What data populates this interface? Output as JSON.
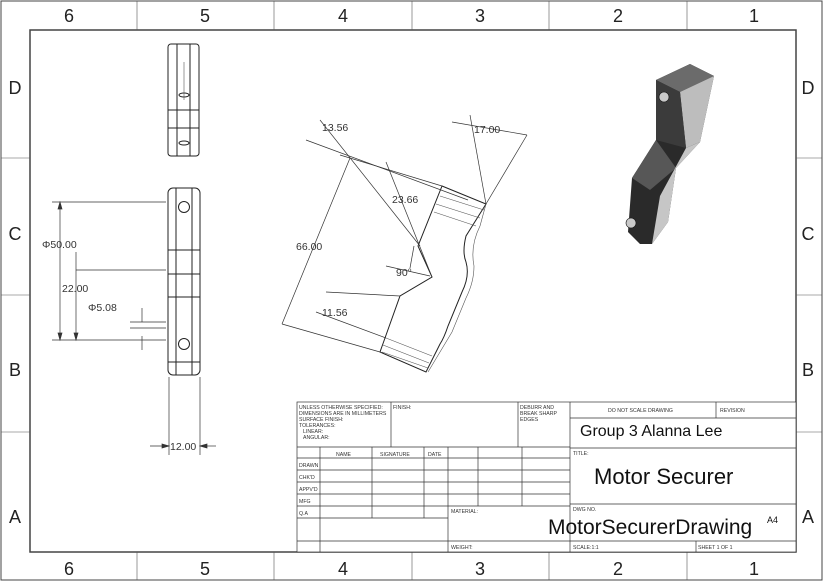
{
  "frame": {
    "columns": [
      "6",
      "5",
      "4",
      "3",
      "2",
      "1"
    ],
    "rows": [
      "D",
      "C",
      "B",
      "A"
    ]
  },
  "dimensions": {
    "d_13_56": "13.56",
    "d_17_00": "17.00",
    "d_23_66": "23.66",
    "d_66_00": "66.00",
    "d_90": "90°",
    "d_11_56": "11.56",
    "d_dia50": "Φ50.00",
    "d_22_00": "22.00",
    "d_dia5_08": "Φ5.08",
    "d_12_00": "12.00"
  },
  "title_block": {
    "unless_note": [
      "UNLESS OTHERWISE SPECIFIED:",
      "DIMENSIONS ARE IN MILLIMETERS",
      "SURFACE FINISH:",
      "TOLERANCES:",
      "LINEAR:",
      "ANGULAR:"
    ],
    "finish_label": "FINISH:",
    "deburr_note": [
      "DEBURR AND",
      "BREAK SHARP",
      "EDGES"
    ],
    "do_not_scale": "DO NOT SCALE DRAWING",
    "revision_label": "REVISION",
    "author": "Group 3 Alanna Lee",
    "col_name": "NAME",
    "col_signature": "SIGNATURE",
    "col_date": "DATE",
    "rows": [
      "DRAWN",
      "CHK'D",
      "APPV'D",
      "MFG",
      "Q.A"
    ],
    "title_label": "TITLE:",
    "title_value": "Motor Securer",
    "material_label": "MATERIAL:",
    "dwg_no_label": "DWG NO.",
    "dwg_no_value": "MotorSecurerDrawing",
    "sheet_size": "A4",
    "weight_label": "WEIGHT:",
    "scale_label": "SCALE:1:1",
    "sheet_label": "SHEET 1 OF 1"
  }
}
